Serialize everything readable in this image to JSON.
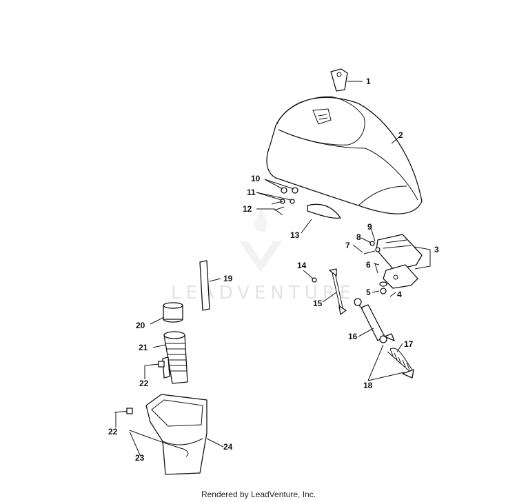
{
  "watermark": {
    "text": "LEADVENTURE"
  },
  "footer": {
    "text": "Rendered by LeadVenture, Inc."
  },
  "callouts": [
    "1",
    "2",
    "3",
    "4",
    "5",
    "6",
    "7",
    "8",
    "9",
    "10",
    "11",
    "12",
    "13",
    "14",
    "15",
    "16",
    "17",
    "18",
    "18",
    "19",
    "20",
    "21",
    "22",
    "22",
    "23",
    "24"
  ]
}
